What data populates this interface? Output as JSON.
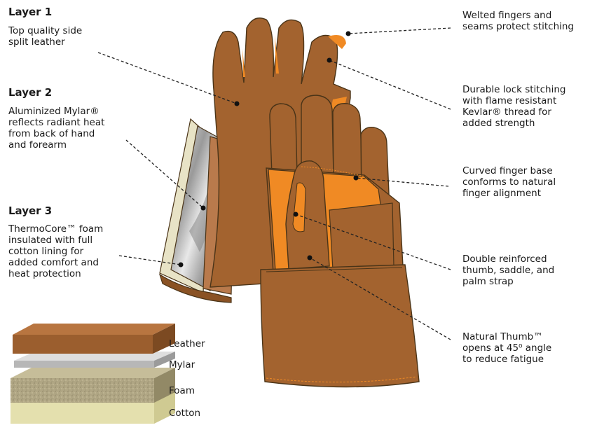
{
  "layers": [
    {
      "title": "Layer 1",
      "lines": [
        "Top quality side",
        "split leather"
      ]
    },
    {
      "title": "Layer 2",
      "lines": [
        "Aluminized Mylar®",
        "reflects radiant heat",
        "from back of hand",
        "and forearm"
      ]
    },
    {
      "title": "Layer 3",
      "lines": [
        "ThermoCore™ foam",
        "insulated with full",
        "cotton lining for",
        "added comfort and",
        "heat protection"
      ]
    }
  ],
  "features": [
    {
      "lines": [
        "Welted fingers and",
        "seams protect stitching"
      ]
    },
    {
      "lines": [
        "Durable lock stitching",
        "with flame resistant",
        "Kevlar® thread for",
        "added strength"
      ]
    },
    {
      "lines": [
        "Curved finger base",
        "conforms to natural",
        "finger alignment"
      ]
    },
    {
      "lines": [
        "Double reinforced",
        "thumb, saddle, and",
        "palm strap"
      ]
    },
    {
      "lines": [
        "Natural Thumb™",
        "opens at 45⁰ angle",
        "to reduce fatigue"
      ]
    }
  ],
  "materials": [
    "Leather",
    "Mylar",
    "Foam",
    "Cotton"
  ],
  "colors": {
    "leather": "#a0622e",
    "leather_dark": "#7e4a20",
    "leather_light": "#b87540",
    "orange_reinforcement": "#f08a24",
    "mylar": "#c9c9c9",
    "foam": "#b3a987",
    "cotton": "#e6e2b0"
  }
}
